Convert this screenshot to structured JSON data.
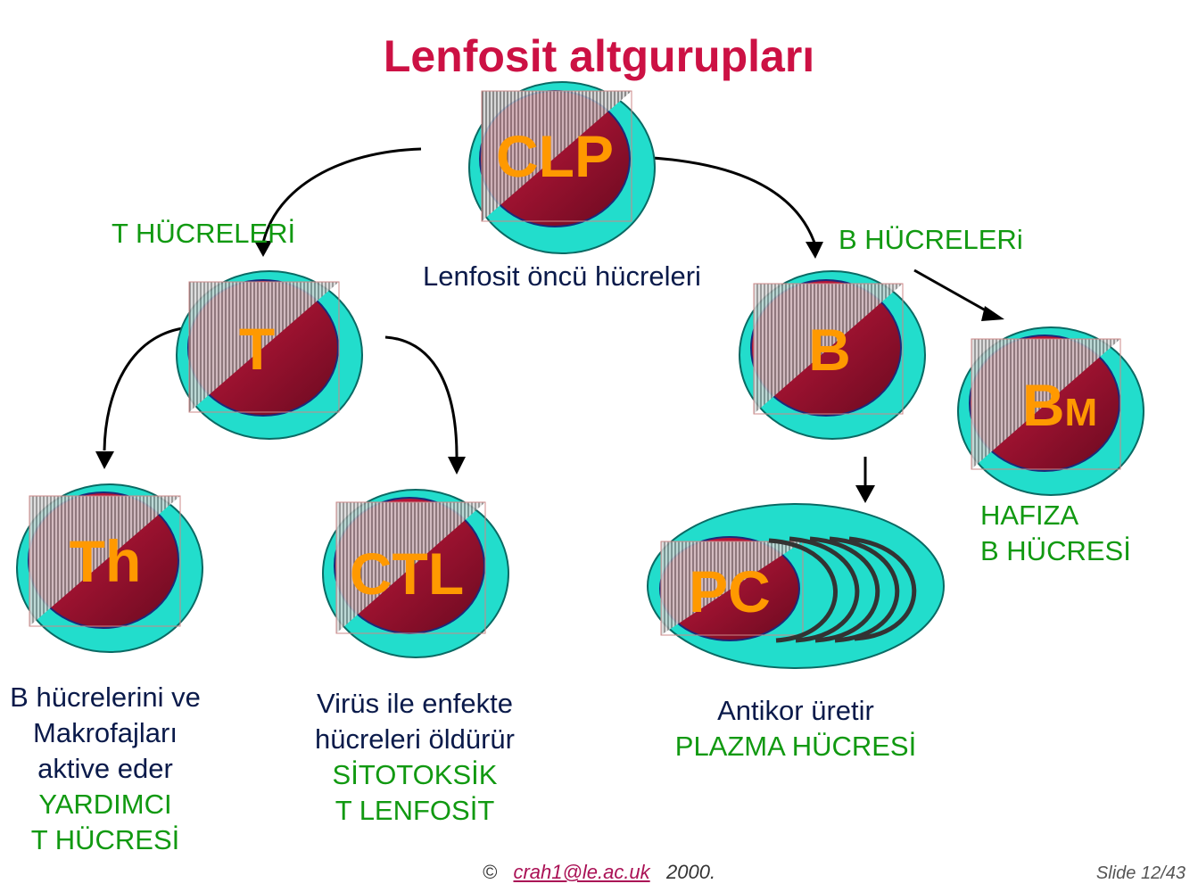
{
  "title": "Lenfosit altgurupları",
  "cells": {
    "clp": "CLP",
    "t": "T",
    "b": "B",
    "bm_main": "B",
    "bm_sub": "M",
    "th": "Th",
    "ctl": "CTL",
    "pc": "PC"
  },
  "labels": {
    "t_cells": "T HÜCRELERİ",
    "b_cells": "B HÜCRELERi",
    "clp_desc": "Lenfosit öncü hücreleri",
    "th_desc": [
      "B hücrelerini ve",
      "Makrofajları",
      "aktive eder"
    ],
    "th_name": [
      "YARDIMCI",
      "T HÜCRESİ"
    ],
    "ctl_desc": [
      "Virüs ile enfekte",
      "hücreleri öldürür"
    ],
    "ctl_name": [
      "SİTOTOKSİK",
      "T LENFOSİT"
    ],
    "pc_desc": "Antikor üretir",
    "pc_name": "PLAZMA HÜCRESİ",
    "bm_name": [
      "HAFIZA",
      "B HÜCRESİ"
    ]
  },
  "footer": {
    "copyright": "©",
    "email": "crah1@le.ac.uk",
    "year": "2000.",
    "slide": "Slide 12/43"
  },
  "colors": {
    "title": "#cc1144",
    "cell_outer": "#22ddcc",
    "cell_nucleus": "#a0143a",
    "cell_label": "#ff9900",
    "green_text": "#119911",
    "navy_text": "#0a1a4a"
  }
}
